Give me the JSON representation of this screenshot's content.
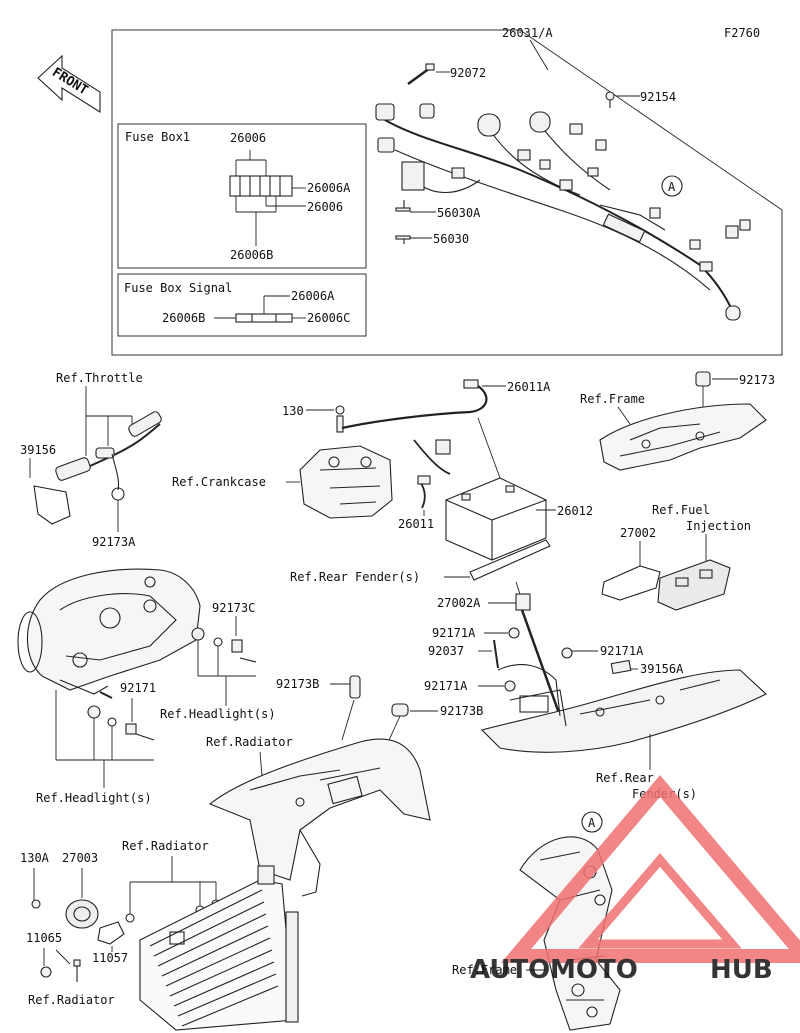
{
  "figure_code": "F2760",
  "front_label": "FRONT",
  "callout_letter": "A",
  "watermark": {
    "part1": "AUTO",
    "part2": "MOTO",
    "part3": "HUB",
    "color1": "#f07070",
    "color2": "#333333"
  },
  "fuse_box1": {
    "title": "Fuse Box1",
    "labels": [
      "26006",
      "26006A",
      "26006",
      "26006B"
    ]
  },
  "fuse_box_signal": {
    "title": "Fuse Box Signal",
    "labels": [
      "26006A",
      "26006B",
      "26006C"
    ]
  },
  "labels": {
    "harness": "26031/A",
    "band_top": "92072",
    "bolt_top": "92154",
    "cap_a": "56030A",
    "cap": "56030",
    "ref_throttle": "Ref.Throttle",
    "clamp_throttle_left": "39156",
    "clamp_throttle": "92173A",
    "bolt_130": "130",
    "ref_crankcase": "Ref.Crankcase",
    "cable_a": "26011A",
    "cable": "26011",
    "battery": "26012",
    "ref_frame_top": "Ref.Frame",
    "clamp_frame": "92173",
    "ref_fuel_1": "Ref.Fuel",
    "ref_fuel_2": "Injection",
    "pad": "27002",
    "ref_rear_fender_s": "Ref.Rear Fender(s)",
    "strap": "27002A",
    "hook_1": "92171A",
    "stud": "92037",
    "hook_2": "92171A",
    "pad_b": "39156A",
    "hook_3": "92171A",
    "clamp_c": "92173C",
    "bolt_92171": "92171",
    "ref_headlight_1": "Ref.Headlight(s)",
    "ref_headlight_2": "Ref.Headlight(s)",
    "clamp_b1": "92173B",
    "clamp_b2": "92173B",
    "ref_radiator_1": "Ref.Radiator",
    "ref_rear_1": "Ref.Rear",
    "ref_rear_2": "Fender(s)",
    "washer_130a": "130A",
    "horn": "27003",
    "ref_radiator_2": "Ref.Radiator",
    "nut": "11065",
    "bracket": "11057",
    "ref_radiator_3": "Ref.Radiator",
    "ref_frame_bottom": "Ref.Frame"
  }
}
